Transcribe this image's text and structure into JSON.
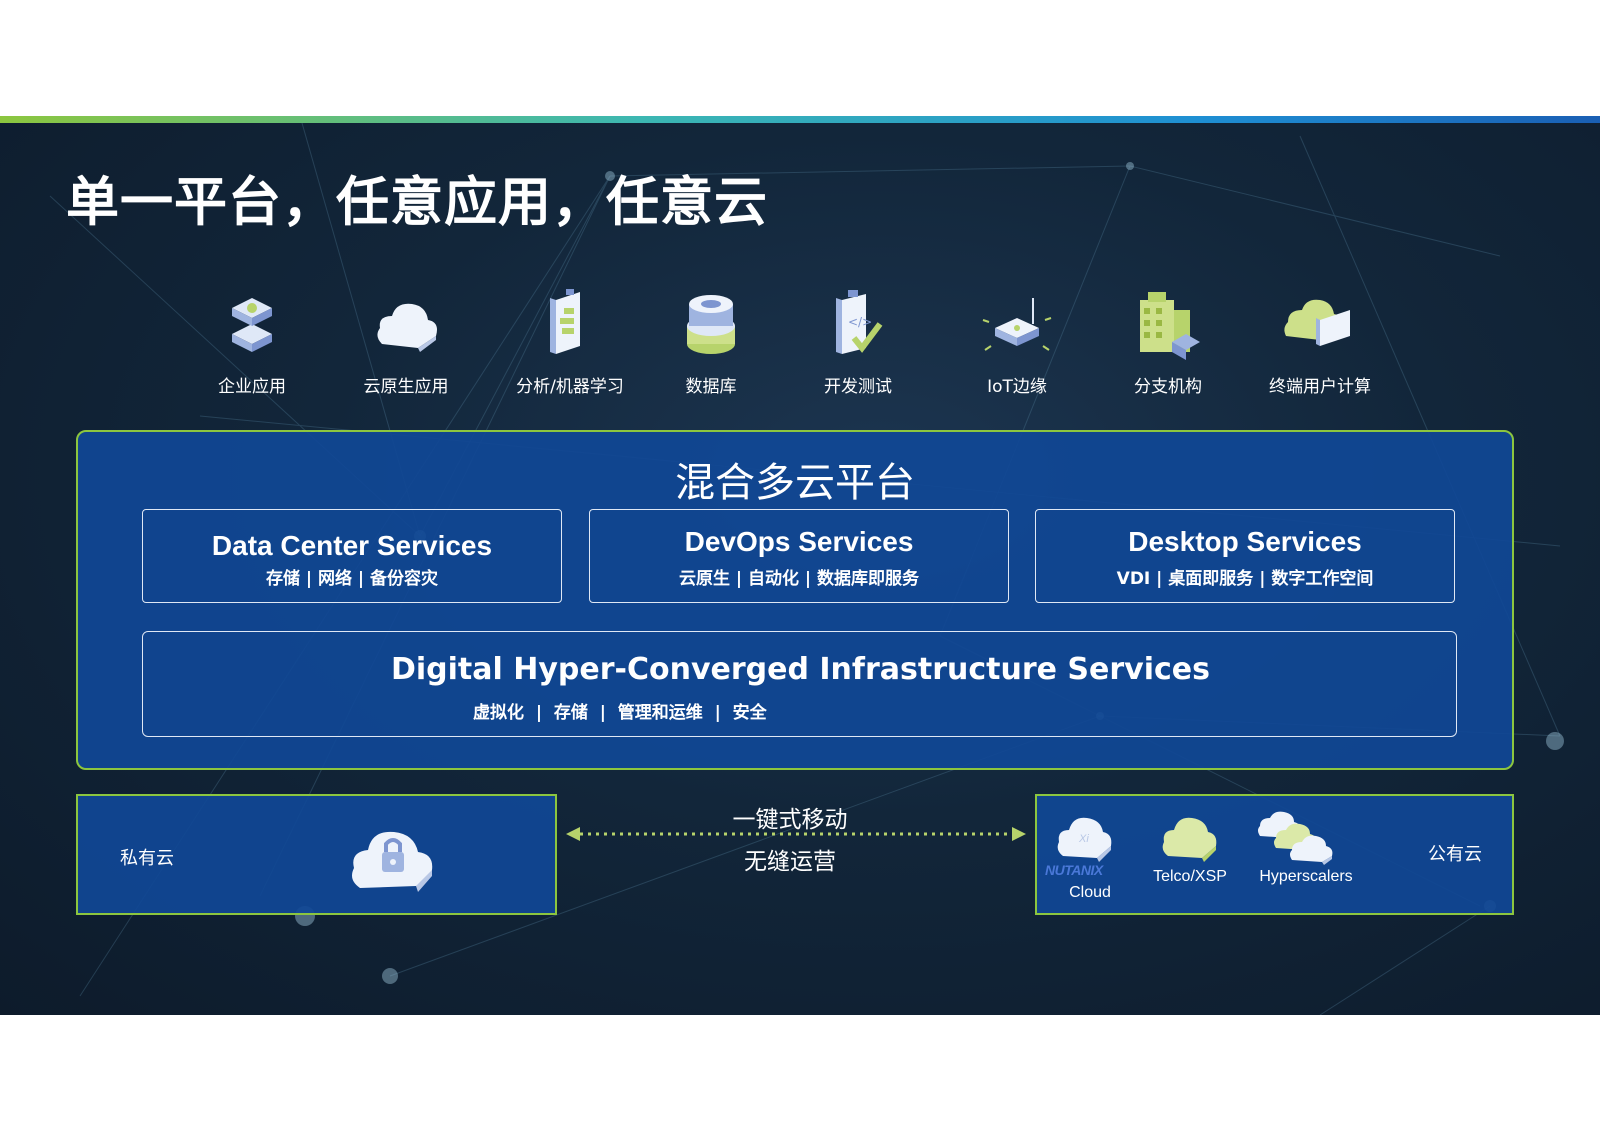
{
  "slide_title": "单一平台，任意应用，任意云",
  "colors": {
    "accent_green": "#8cc63f",
    "platform_blue": "#104896",
    "background_dark": "#12263a"
  },
  "apps": [
    {
      "label": "企业应用",
      "icon": "enterprise-app-icon"
    },
    {
      "label": "云原生应用",
      "icon": "cloud-native-icon"
    },
    {
      "label": "分析/机器学习",
      "icon": "analytics-ml-icon"
    },
    {
      "label": "数据库",
      "icon": "database-icon"
    },
    {
      "label": "开发测试",
      "icon": "dev-test-icon"
    },
    {
      "label": "IoT边缘",
      "icon": "iot-edge-icon"
    },
    {
      "label": "分支机构",
      "icon": "branch-office-icon"
    },
    {
      "label": "终端用户计算",
      "icon": "end-user-computing-icon"
    }
  ],
  "platform": {
    "title": "混合多云平台",
    "services": [
      {
        "name": "Data Center Services",
        "sub": "存储 | 网络 | 备份容灾"
      },
      {
        "name": "DevOps Services",
        "sub": "云原生 | 自动化 |  数据库即服务"
      },
      {
        "name": "Desktop Services",
        "sub": "VDI | 桌面即服务 | 数字工作空间"
      }
    ],
    "infrastructure": {
      "name": "Digital Hyper-Converged Infrastructure Services",
      "sub": "虚拟化  |  存储  |  管理和运维  |  安全"
    }
  },
  "private_cloud": {
    "label": "私有云",
    "icon": "private-cloud-lock-icon"
  },
  "mobility": {
    "line1": "一键式移动",
    "line2": "无缝运营"
  },
  "public_cloud": {
    "label": "公有云",
    "providers": [
      {
        "logo": "NUTANIX",
        "label": "Cloud",
        "icon": "nutanix-cloud-icon"
      },
      {
        "label": "Telco/XSP",
        "icon": "telco-cloud-icon"
      },
      {
        "label": "Hyperscalers",
        "icon": "hyperscaler-clouds-icon"
      }
    ]
  }
}
